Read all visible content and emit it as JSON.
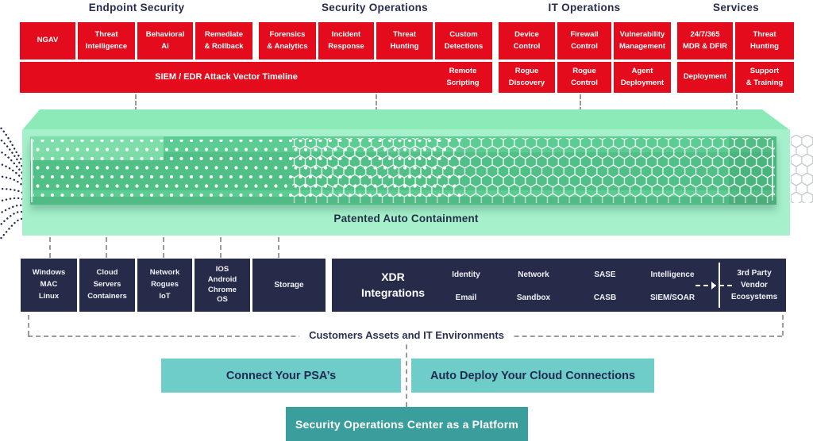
{
  "headers": [
    "Endpoint Security",
    "Security Operations",
    "IT Operations",
    "Services"
  ],
  "red_row1": [
    "NGAV",
    "Threat\nIntelligence",
    "Behavioral\nAi",
    "Remediate\n& Rollback",
    "Forensics\n& Analytics",
    "Incident\nResponse",
    "Threat\nHunting",
    "Custom\nDetections",
    "Device\nControl",
    "Firewall\nControl",
    "Vulnerability\nManagement",
    "24/7/365\nMDR & DFIR",
    "Threat\nHunting"
  ],
  "red_row2": {
    "timeline": "SIEM / EDR Attack Vector Timeline",
    "remote": "Remote\nScripting",
    "boxes": [
      "Rogue\nDiscovery",
      "Rogue\nControl",
      "Agent\nDeployment",
      "Deployment",
      "Support\n& Training"
    ]
  },
  "containment_label": "Patented Auto Containment",
  "devices": [
    "Windows\nMAC\nLinux",
    "Cloud\nServers\nContainers",
    "Network\nRogues\nIoT",
    "IOS\nAndroid\nChrome\nOS",
    "Storage"
  ],
  "xdr": {
    "title": "XDR\nIntegrations",
    "row1": [
      "Identity",
      "Network",
      "SASE",
      "Intelligence"
    ],
    "row2": [
      "Email",
      "Sandbox",
      "CASB",
      "SIEM/SOAR"
    ],
    "third_party": "3rd Party\nVendor\nEcosystems"
  },
  "environment_label": "Customers Assets and IT Environments",
  "psa_label": "Connect Your PSA’s",
  "cloud_label": "Auto Deploy Your Cloud Connections",
  "soc_label": "Security Operations Center as a Platform",
  "colors": {
    "red": "#e40b1c",
    "navy": "#262b49",
    "green_front": "#a7f0cc",
    "green_top": "#8beab8",
    "green_panel": "#5ccd92",
    "teal": "#6fcdc9",
    "teal_dark": "#3a9e9c",
    "dash_gray": "#9b9b9b"
  }
}
